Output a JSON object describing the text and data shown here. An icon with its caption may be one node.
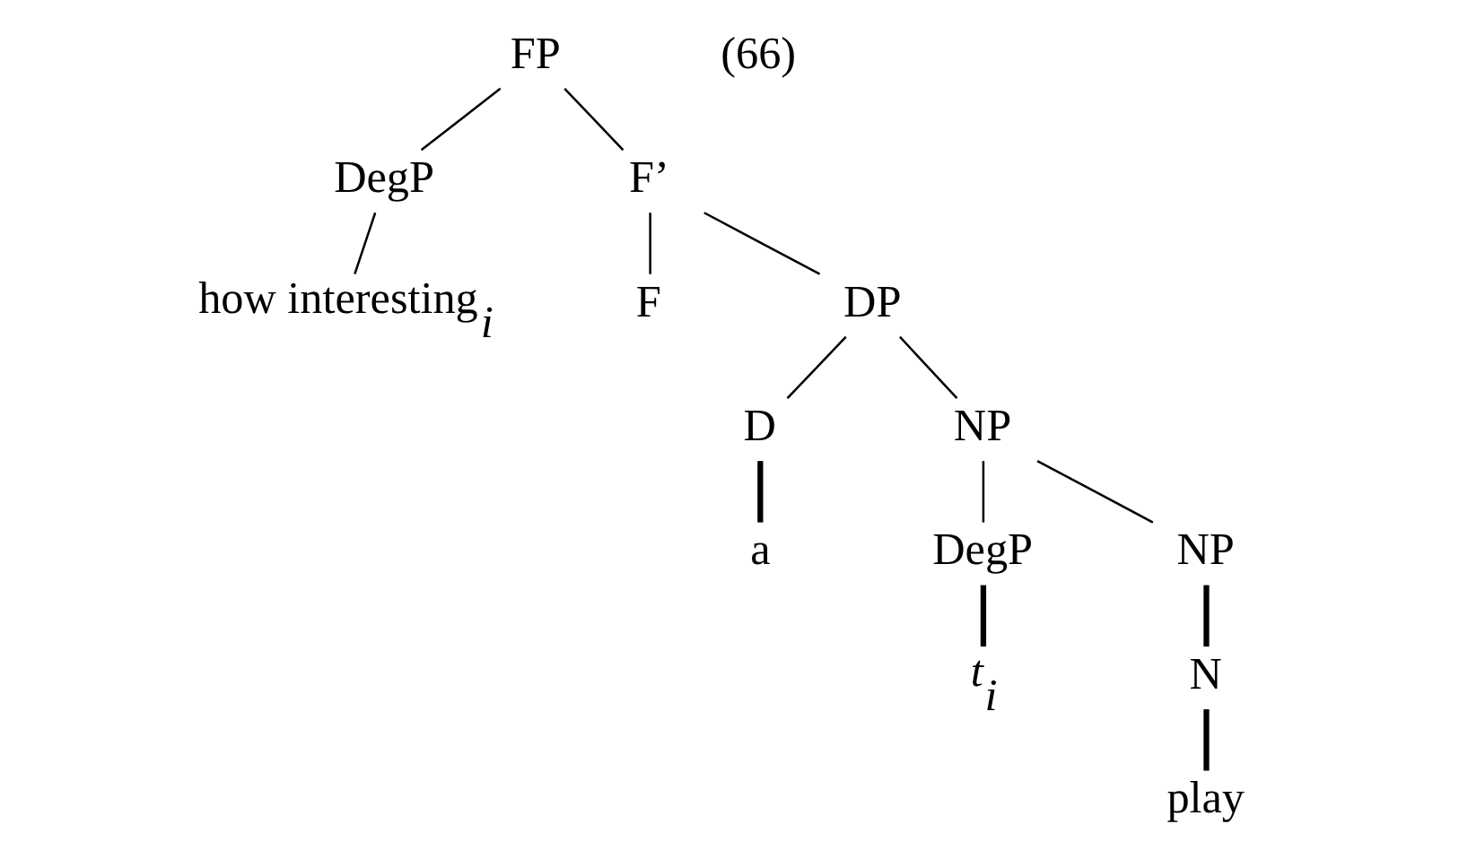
{
  "diagram": {
    "nodes": [
      {
        "text": [
          "FP"
        ]
      },
      {
        "text": [
          "DegP"
        ]
      },
      {
        "text": [
          "F’"
        ]
      },
      {
        "text": [
          "how interesting$_{i}$"
        ]
      },
      {
        "text": [
          "F"
        ]
      },
      {
        "text": [
          "DP"
        ]
      },
      {
        "text": [
          "D"
        ]
      },
      {
        "text": [
          "NP"
        ]
      },
      {
        "text": [
          "a"
        ]
      },
      {
        "text": [
          "DegP"
        ]
      },
      {
        "text": [
          "NP"
        ]
      },
      {
        "text": [
          "*t*$_{i}$"
        ]
      },
      {
        "text": [
          "N"
        ]
      },
      {
        "text": [
          "play"
        ]
      }
    ],
    "edges": [
      {
        "from": 0,
        "to": 1,
        "arrow": "none"
      },
      {
        "from": 0,
        "to": 2,
        "arrow": "none"
      },
      {
        "from": 1,
        "to": 3,
        "arrow": "none"
      },
      {
        "from": 2,
        "to": 4,
        "arrow": "none"
      },
      {
        "from": 2,
        "to": 5,
        "arrow": "none"
      },
      {
        "from": 5,
        "to": 6,
        "arrow": "none"
      },
      {
        "from": 5,
        "to": 7,
        "arrow": "none"
      },
      {
        "from": 6,
        "to": 8,
        "arrow": "none",
        "style": "thick"
      },
      {
        "from": 7,
        "to": 9,
        "arrow": "none"
      },
      {
        "from": 7,
        "to": 10,
        "arrow": "none"
      },
      {
        "from": 9,
        "to": 11,
        "arrow": "none",
        "style": "thick"
      },
      {
        "from": 10,
        "to": 12,
        "arrow": "none",
        "style": "thick"
      },
      {
        "from": 12,
        "to": 13,
        "arrow": "none",
        "style": "thick"
      }
    ],
    "labels": [
      "(66)"
    ]
  }
}
